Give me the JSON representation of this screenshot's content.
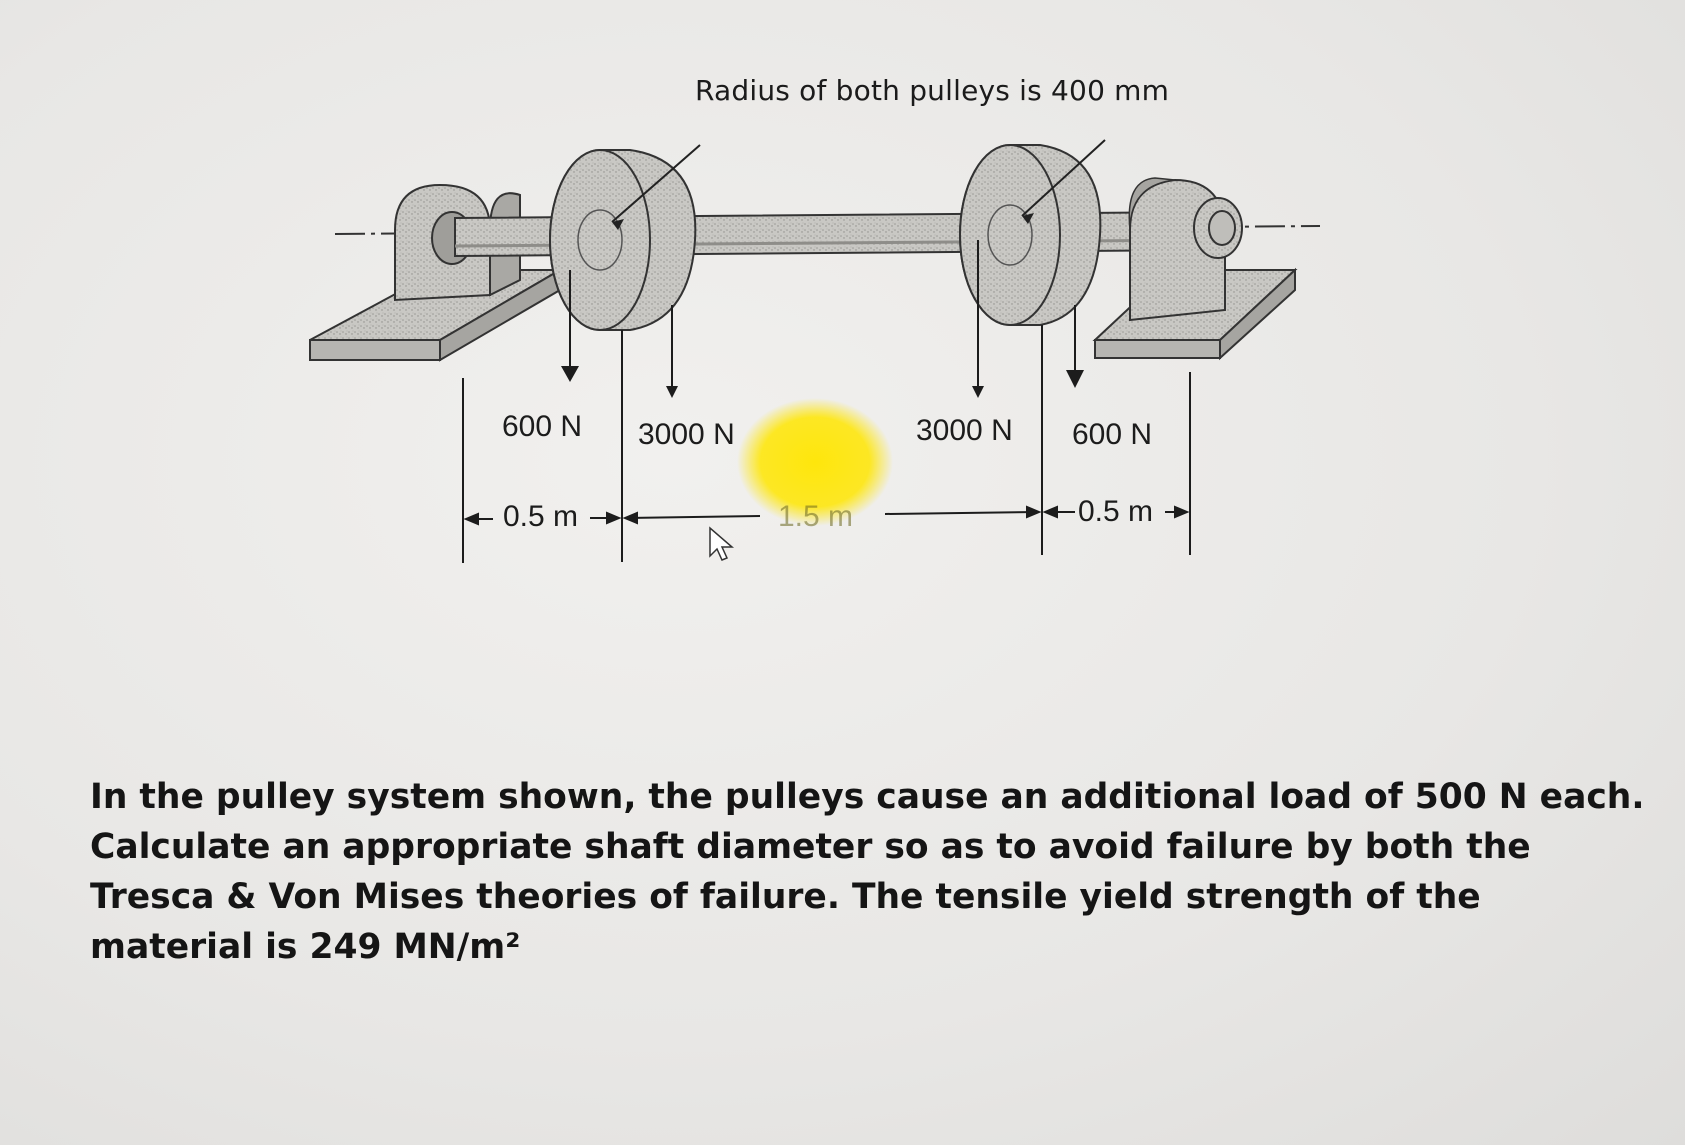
{
  "diagram": {
    "title": "Radius of both pulleys is 400 mm",
    "loads": [
      "600 N",
      "3000 N",
      "3000 N",
      "600 N"
    ],
    "dimensions": [
      "0.5 m",
      "1.5 m",
      "0.5 m"
    ],
    "colors": {
      "highlight": "#ffe600",
      "ink": "#1c1c1c",
      "metal": "#bdbcb8"
    },
    "icons": [
      "mouse-pointer-icon",
      "highlighter-mark"
    ]
  },
  "problem": {
    "lines": [
      "In the pulley system shown, the pulleys cause an additional load of 500 N each.",
      "Calculate an appropriate shaft diameter so as to avoid failure by both the",
      "Tresca & Von Mises theories of failure. The tensile yield strength of the",
      "material is 249 MN/m²"
    ]
  }
}
